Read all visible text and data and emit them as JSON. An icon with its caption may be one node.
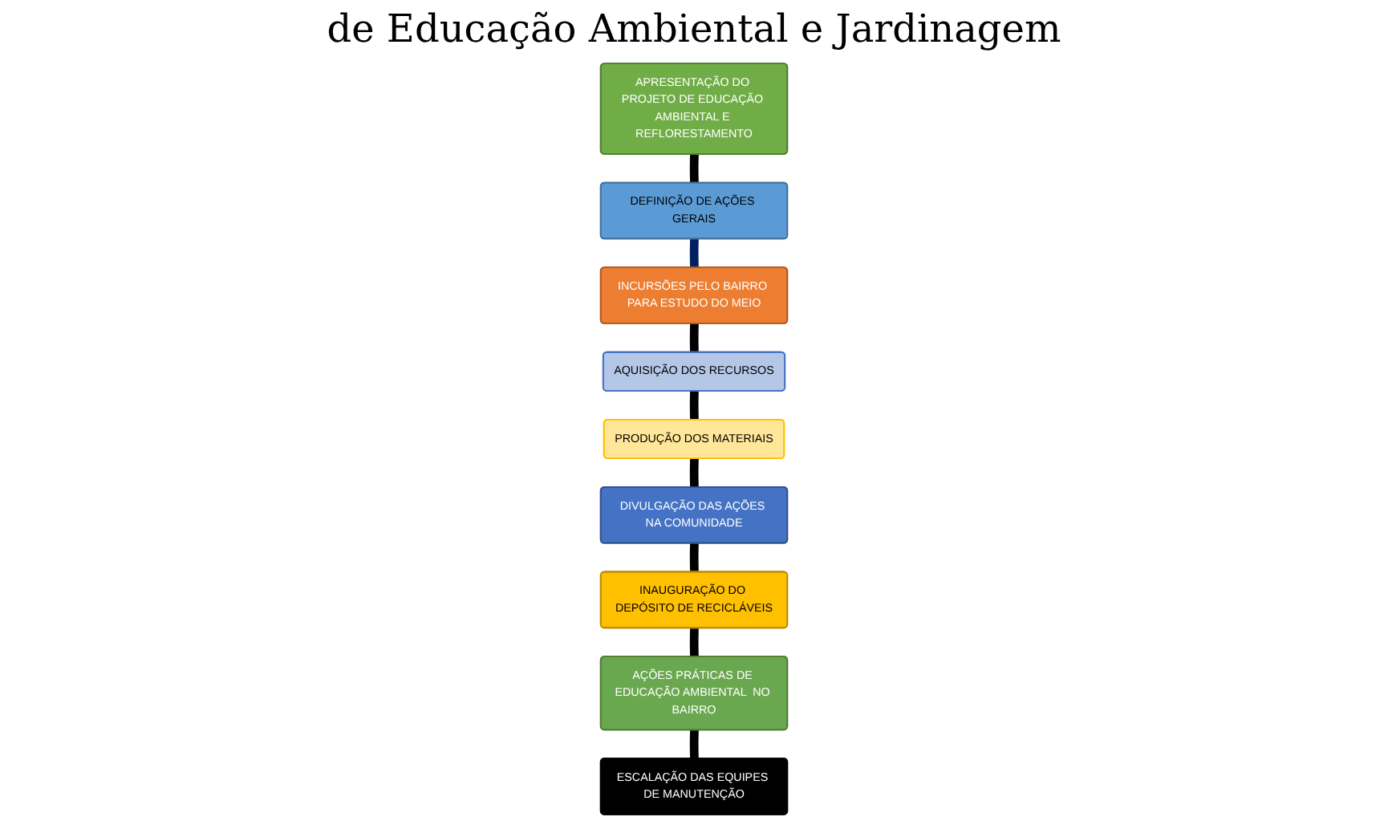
{
  "diagram": {
    "title": "de Educação Ambiental e Jardinagem",
    "nodes": [
      {
        "text": [
          "APRESENTAÇÃO DO PROJETO DE EDUCAÇÃO AMBIENTAL E REFLORESTAMENTO"
        ]
      },
      {
        "text": [
          "DIVULGAÇÃO DAS AÇÕES NA COMUNIDADE"
        ]
      },
      {
        "text": [
          "INAUGURAÇÃO DO DEPÓSITO DE RECICLÁVEIS"
        ]
      },
      {
        "text": [
          "DEFINIÇÃO DE AÇÕES GERAIS"
        ]
      },
      {
        "text": [
          "PRODUÇÃO DOS MATERIAIS"
        ]
      },
      {
        "text": [
          "AÇÕES PRÁTICAS DE EDUCAÇÃO AMBIENTAL  NO BAIRRO"
        ]
      },
      {
        "text": [
          "INCURSÕES PELO BAIRRO PARA ESTUDO DO MEIO"
        ]
      },
      {
        "text": [
          "AQUISIÇÃO DOS RECURSOS"
        ]
      },
      {
        "text": [
          "ESCALAÇÃO DAS EQUIPES DE MANUTENÇÃO"
        ]
      }
    ],
    "edges": [
      {
        "from": 0,
        "to": 3,
        "arrow": "none"
      },
      {
        "from": 3,
        "to": 6,
        "arrow": "none",
        "color": "#002060"
      },
      {
        "from": 6,
        "to": 7,
        "arrow": "none"
      },
      {
        "from": 7,
        "to": 4,
        "arrow": "none"
      },
      {
        "from": 4,
        "to": 1,
        "arrow": "none"
      },
      {
        "from": 1,
        "to": 2,
        "arrow": "none"
      },
      {
        "from": 2,
        "to": 5,
        "arrow": "none"
      },
      {
        "from": 5,
        "to": 8,
        "arrow": "none"
      }
    ]
  }
}
